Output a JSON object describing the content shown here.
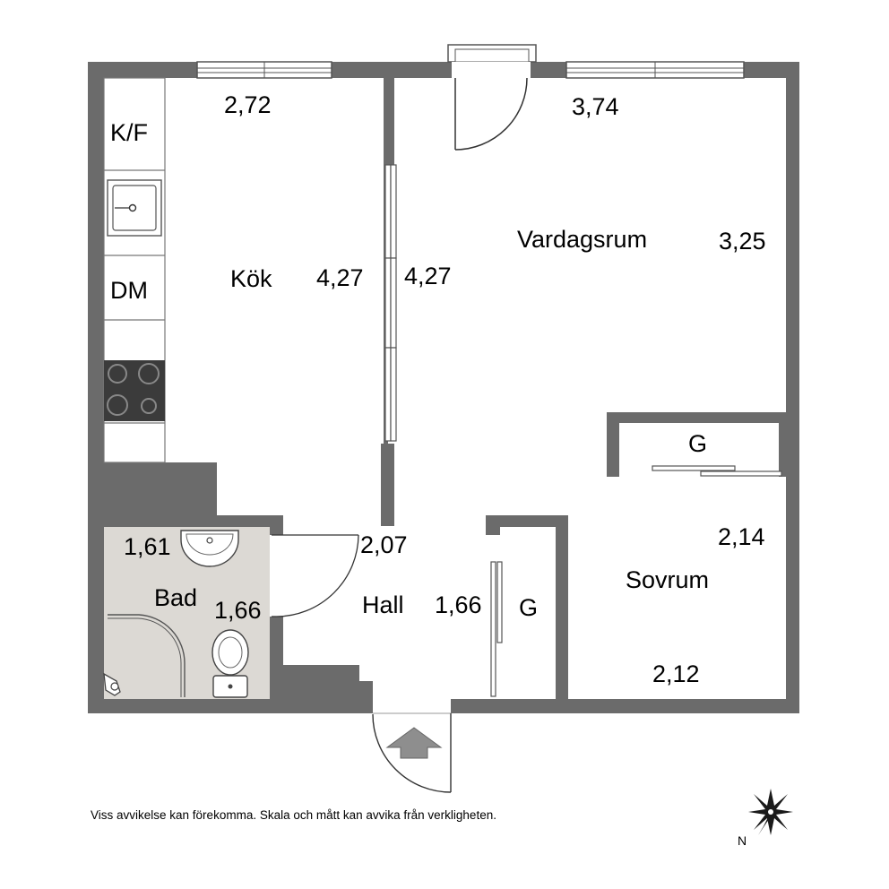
{
  "rooms": {
    "kitchen": "Kök",
    "living": "Vardagsrum",
    "bedroom": "Sovrum",
    "bathroom": "Bad",
    "hall": "Hall",
    "closet_bedroom": "G",
    "closet_hall": "G"
  },
  "fixtures": {
    "fridge_freezer": "K/F",
    "dishwasher": "DM"
  },
  "dimensions": {
    "kitchen_width": "2,72",
    "kitchen_length": "4,27",
    "living_length": "4,27",
    "living_width_top": "3,74",
    "living_depth": "3,25",
    "bath_width": "1,61",
    "bath_length": "1,66",
    "hall_width": "2,07",
    "hall_length": "1,66",
    "bedroom_length": "2,14",
    "bedroom_width": "2,12"
  },
  "disclaimer": "Viss avvikelse kan förekomma. Skala och mått kan avvika från verkligheten.",
  "compass": {
    "north_label": "N"
  },
  "colors": {
    "wall": "#6b6b6b",
    "bath_floor": "#dcd9d4",
    "stove": "#3b3b3b",
    "background": "#ffffff"
  }
}
